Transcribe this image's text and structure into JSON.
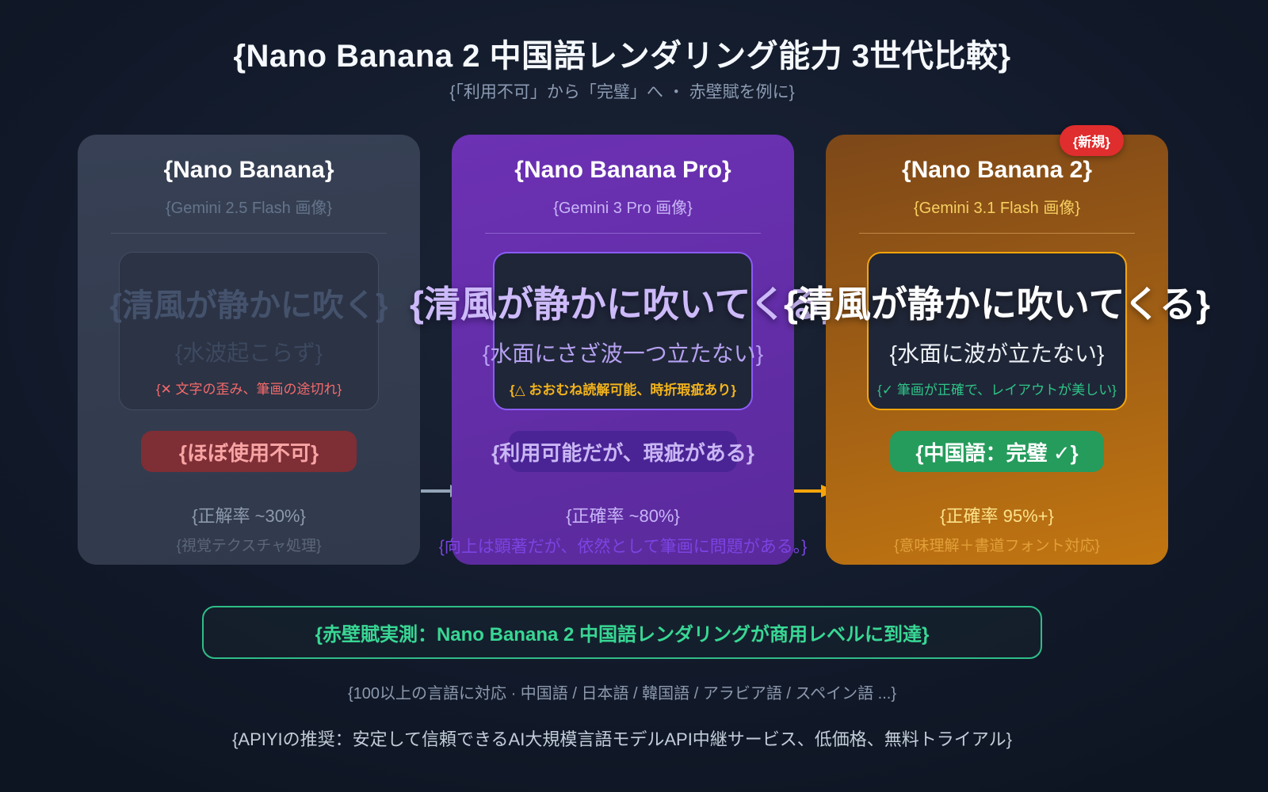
{
  "page": {
    "title": "{Nano Banana 2 中国語レンダリング能力 3世代比較}",
    "subtitle": "{「利用不可」から「完璧」へ ・ 赤壁賦を例に}"
  },
  "cards": [
    {
      "name": "{Nano Banana}",
      "model": "{Gemini 2.5 Flash 画像}",
      "sample_line1": "{清風が静かに吹く}",
      "sample_line2": "{水波起こらず}",
      "sample_note": "{✕ 文字の歪み、筆画の途切れ}",
      "verdict": "{ほぼ使用不可}",
      "stat1": "{正解率 ~30%}",
      "stat2": "{視覚テクスチャ処理}"
    },
    {
      "name": "{Nano Banana Pro}",
      "model": "{Gemini 3 Pro 画像}",
      "sample_line1": "{清風が静かに吹いてくる}",
      "sample_line2": "{水面にさざ波一つ立たない}",
      "sample_note": "{△ おおむね読解可能、時折瑕疵あり}",
      "verdict": "{利用可能だが、瑕疵がある}",
      "stat1": "{正確率 ~80%}",
      "stat2": "{向上は顕著だが、依然として筆画に問題がある。}"
    },
    {
      "new_badge": "{新規}",
      "name": "{Nano Banana 2}",
      "model": "{Gemini 3.1 Flash 画像}",
      "sample_line1": "{清風が静かに吹いてくる}",
      "sample_line2": "{水面に波が立たない}",
      "sample_note": "{✓ 筆画が正確で、レイアウトが美しい}",
      "verdict": "{中国語：完璧 ✓}",
      "stat1": "{正確率 95%+}",
      "stat2": "{意味理解＋書道フォント対応}"
    }
  ],
  "arrows": {
    "v1_to_pro": "arrow-right-gray",
    "pro_to_v2": "arrow-right-orange"
  },
  "footer": {
    "highlight": "{赤壁賦実測：Nano Banana 2 中国語レンダリングが商用レベルに到達}",
    "languages": "{100以上の言語に対応 · 中国語 / 日本語 / 韓国語 / アラビア語 / スペイン語 ...}",
    "recommendation": "{APIYIの推奨：安定して信頼できるAI大規模言語モデルAPI中継サービス、低価格、無料トライアル}"
  },
  "colors": {
    "background": "#121a2b",
    "card_v1": "#333b4c",
    "card_pro": "#612db0",
    "card_v2": "#c27611",
    "error_red": "#f66a6a",
    "warning_amber": "#f2b31c",
    "success_green": "#2ec487",
    "verdict_red_bg": "#7e2e35",
    "verdict_purple_bg": "#4a2495",
    "verdict_green_bg": "#259c5c",
    "new_badge_red": "#e02d2d",
    "highlight_green": "#38d794",
    "arrow_gray": "#93a5b8",
    "arrow_orange": "#f5a50b"
  }
}
